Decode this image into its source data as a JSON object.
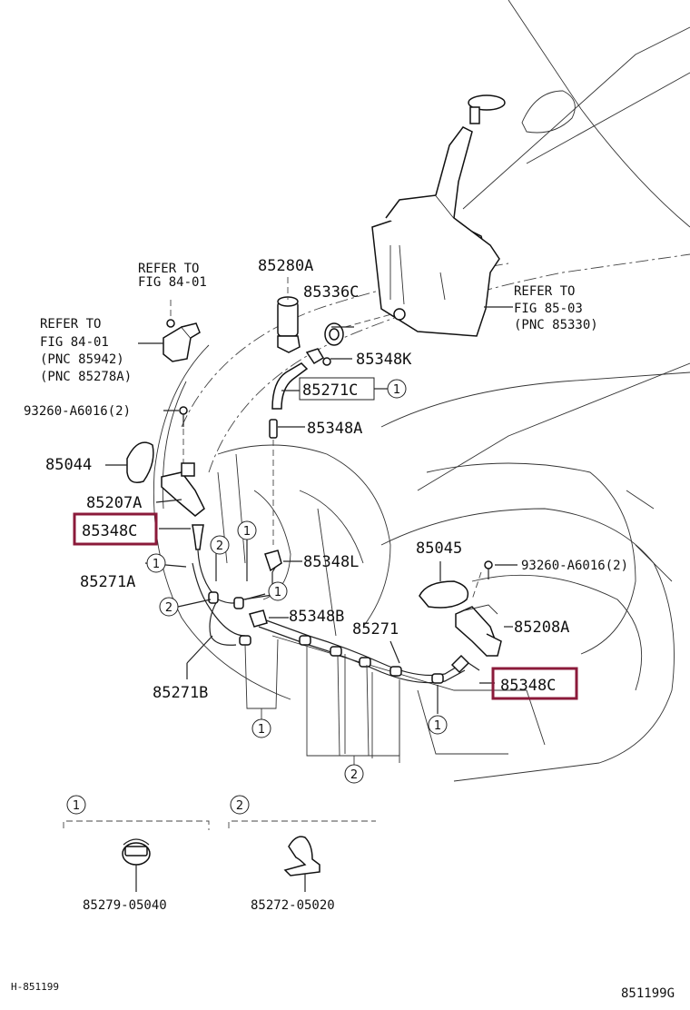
{
  "diagram": {
    "refs": {
      "ref_top_left": [
        "REFER TO",
        "FIG 84-01"
      ],
      "ref_left": [
        "REFER TO",
        "FIG 84-01",
        "(PNC 85942)",
        "(PNC 85278A)"
      ],
      "ref_right": [
        "REFER TO",
        "FIG 85-03",
        "(PNC 85330)"
      ]
    },
    "part_labels": {
      "p85280A": "85280A",
      "p85336C": "85336C",
      "p85348K": "85348K",
      "p85271C": "85271C",
      "p93260_left": "93260-A6016(2)",
      "p85348A": "85348A",
      "p85044": "85044",
      "p85207A": "85207A",
      "p85348C_left": "85348C",
      "p85271A": "85271A",
      "p85348L": "85348L",
      "p85045": "85045",
      "p93260_right": "93260-A6016(2)",
      "p85348B": "85348B",
      "p85271": "85271",
      "p85208A": "85208A",
      "p85271B": "85271B",
      "p85348C_right": "85348C"
    },
    "callouts": {
      "one": "1",
      "two": "2"
    },
    "legend": {
      "item1_num": "1",
      "item1_part": "85279-05040",
      "item2_num": "2",
      "item2_part": "85272-05020"
    },
    "footer": {
      "left_code": "H-851199",
      "right_code": "851199G"
    },
    "highlight_color": "#8b1a3a"
  }
}
